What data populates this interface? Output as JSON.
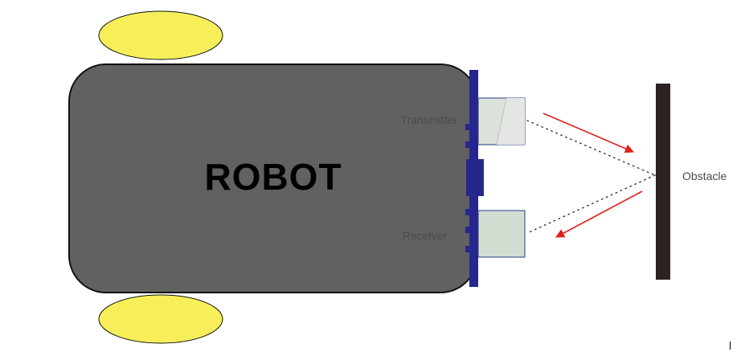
{
  "diagram": {
    "robot_label": "ROBOT",
    "transmitter_label": "Transmitter",
    "receiver_label": "Receiver",
    "obstacle_label": "Obstacle"
  },
  "colors": {
    "robot_body": "#616161",
    "wheel": "#f6ef5a",
    "sensor_board": "#25278d",
    "sensor_module": "#d2ddd2",
    "obstacle": "#2b2222",
    "arrow": "#e0201b",
    "dotted_path": "#333333"
  },
  "icons": {
    "robot": "robot-body-shape",
    "wheels": "ellipse-wheel-shape",
    "signal": "red-arrow-icon"
  }
}
